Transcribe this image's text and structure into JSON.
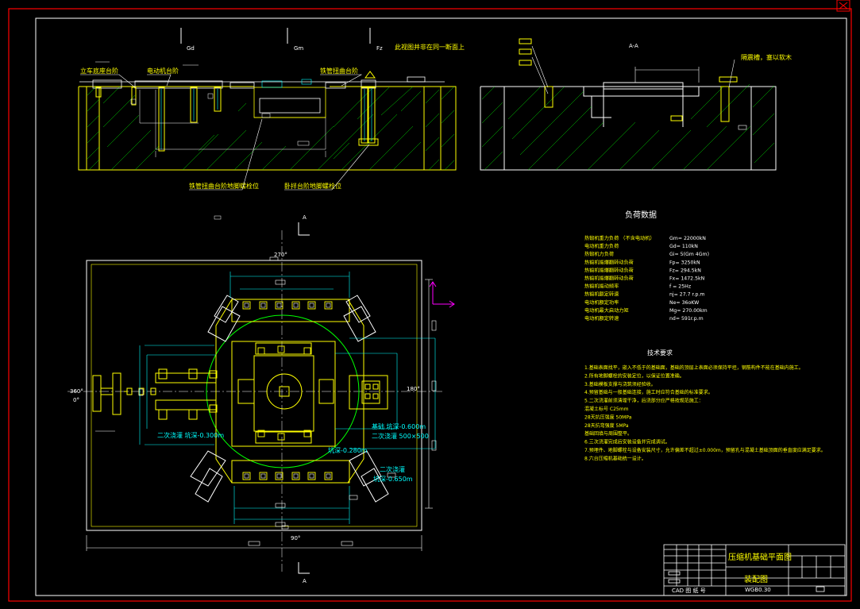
{
  "colors": {
    "background": "#000000",
    "frame": "#ff0000",
    "yellow": "#ffff00",
    "white": "#ffffff",
    "cyan": "#00ffff",
    "green": "#00ff00",
    "magenta": "#ff00ff"
  },
  "section_view": {
    "loads": [
      "Gd",
      "Gm",
      "Fz"
    ],
    "note": "此视图并非在同一断面上",
    "labels": {
      "base_platform": "立车底座台阶",
      "motor_platform": "电动机台阶",
      "pipe_bracket": "铁管扭曲台阶",
      "bolt_a": "铁管扭曲台阶地脚螺栓位",
      "bolt_b": "卧拌台阶地脚螺栓位"
    }
  },
  "section_aa": {
    "title": "A-A",
    "note": "隔震槽，塞以软木"
  },
  "plan_view": {
    "angle_top": "270°",
    "angle_left_a": "360°",
    "angle_left_b": "0°",
    "angle_right": "180°",
    "angle_bottom": "90°",
    "section_marker": "A",
    "annotations": {
      "left_level": "二次浇灌  坑深-0.300m",
      "center_pit": "基础  坑深-0.600m",
      "center_pit_size": "二次浇灌 500×500",
      "center_level": "坑深-0.280m",
      "right_level_a": "二次浇灌",
      "right_level_b": "坑深-0.650m"
    }
  },
  "load_table": {
    "title": "负荷数据",
    "rows": [
      {
        "name": "热锻机重力负荷 （不含电动机）",
        "value": "Gm= 22000kN"
      },
      {
        "name": "电动机重力负荷",
        "value": "Gd= 110kN"
      },
      {
        "name": "热锻机力负荷",
        "value": "Gi= 5(Gm 4Gm)"
      },
      {
        "name": "热锻机锻爆翻转动负荷",
        "value": "Fp= 3250kN"
      },
      {
        "name": "热锻机锻爆翻转动负荷",
        "value": "Fz= 294.5kN"
      },
      {
        "name": "热锻机锻爆翻转动负荷",
        "value": "Fx= 1472.5kN"
      },
      {
        "name": "热锻机锻动频率",
        "value": "f = 25Hz"
      },
      {
        "name": "热锻机额定转速",
        "value": "nj= 27.7 r.p.m"
      },
      {
        "name": "电动机额定功率",
        "value": "Ne= 36oKW"
      },
      {
        "name": "电动机最大启动力矩",
        "value": "Mg= 270.00km"
      },
      {
        "name": "电动机额定转速",
        "value": "nd= 591r.p.m"
      }
    ]
  },
  "tech_requirements": {
    "title": "技术要求",
    "items": [
      "1.基础表面找平，嵌入不低于的基础面，基础的顶层上表面必须保持平坦，钢筋构件不能在基础内施工。",
      "2.所有地脚螺栓的安装定位，以保证位置准确。",
      "3.基础模板支撑与浇筑须经验收。",
      "4.预留基础与一般基础连接，施工时应符合基础的标准要求。",
      "5.二次浇灌前须清理干净，后浇部分应严格按规范施工：",
      "   混凝土标号    C25mm",
      "   28天抗压强度    50MPa",
      "   28天抗弯强度    5MPa",
      "  基础回填与周围整平。",
      "6.三次浇灌完成后安装设备并完成调试。",
      "7.预埋件、地脚螺栓与设备安装尺寸，允许偏差不超过±0.000m，预留孔与混凝土基础顶面的垂直度应满足要求。",
      "8.六台压缩机基础统一设计。"
    ]
  },
  "title_block": {
    "drawing_name": "压缩机基础平面图",
    "drawing_type": "装配图",
    "drawing_number": "WGB0.30",
    "footer": "CAD  图  纸  号"
  }
}
